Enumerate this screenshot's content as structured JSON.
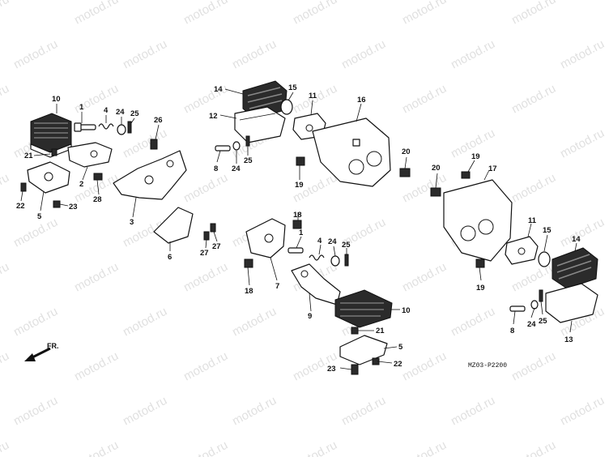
{
  "watermark": "motod.ru",
  "diagram_code": "MZ03-P2200",
  "front_label": "FR.",
  "callouts": {
    "c1": "1",
    "c2": "2",
    "c3": "3",
    "c4": "4",
    "c5": "5",
    "c6": "6",
    "c7": "7",
    "c8": "8",
    "c9": "9",
    "c10": "10",
    "c11": "11",
    "c12": "12",
    "c13": "13",
    "c14": "14",
    "c15": "15",
    "c16": "16",
    "c17": "17",
    "c18": "18",
    "c19": "19",
    "c20": "20",
    "c21": "21",
    "c22": "22",
    "c23": "23",
    "c24": "24",
    "c25": "25",
    "c26": "26",
    "c27": "27",
    "c28": "28"
  }
}
